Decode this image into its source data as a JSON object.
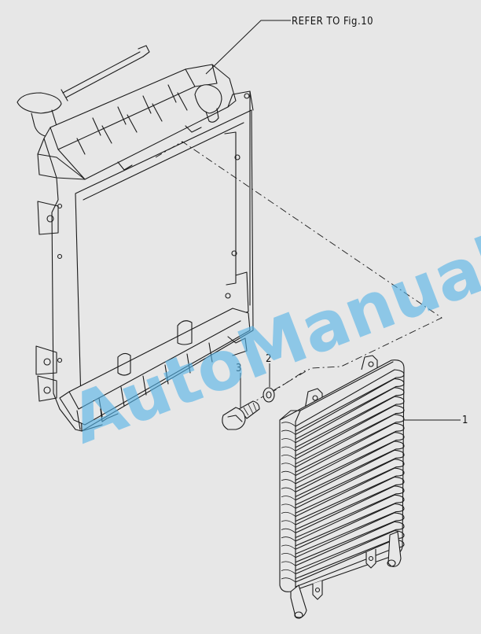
{
  "reference_note": "REFER TO Fig.10",
  "callouts": [
    {
      "id": "1",
      "label": "1",
      "part": "oil-cooler"
    },
    {
      "id": "2",
      "label": "2",
      "part": "washer"
    },
    {
      "id": "3",
      "label": "3",
      "part": "bolt"
    }
  ],
  "watermark": "AutoManual",
  "colors": {
    "background": "#e7e7e7",
    "linework": "#1a1a1a",
    "watermark": "#56b3e6"
  }
}
